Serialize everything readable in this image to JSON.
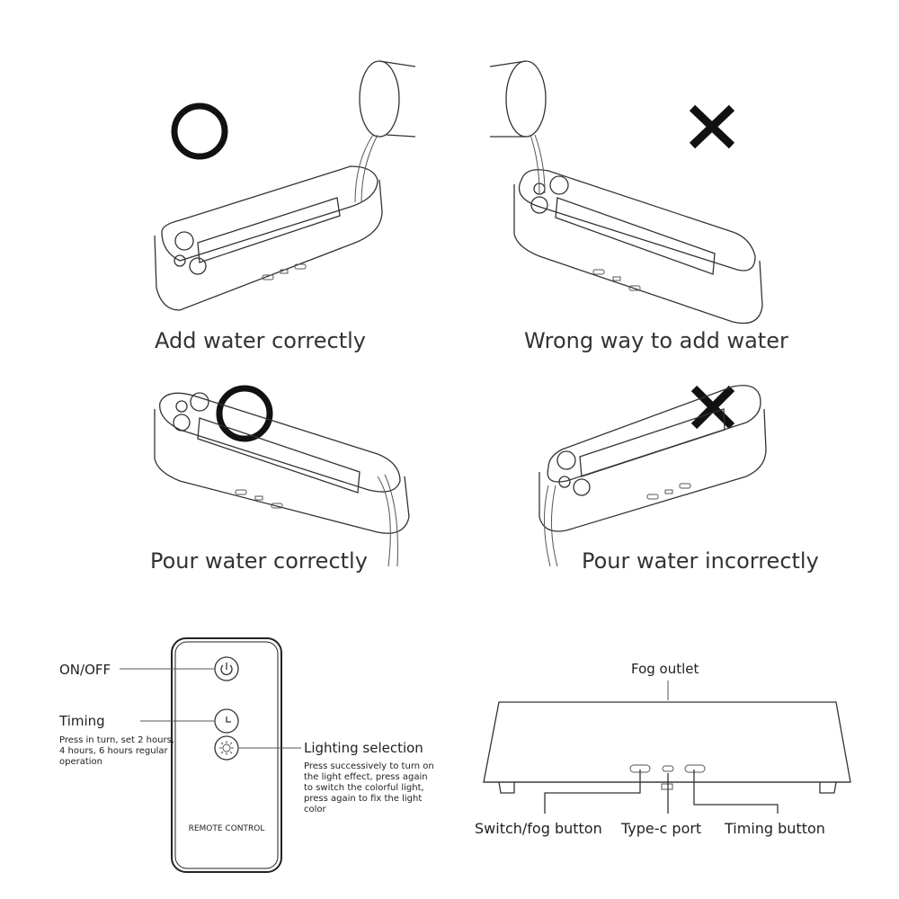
{
  "captions": {
    "add_correct": "Add water correctly",
    "add_wrong": "Wrong way to add water",
    "pour_correct": "Pour water correctly",
    "pour_wrong": "Pour water incorrectly"
  },
  "remote": {
    "on_off": "ON/OFF",
    "timing": "Timing",
    "timing_desc": "Press in turn, set 2 hours, 4 hours, 6 hours regular operation",
    "lighting": "Lighting selection",
    "lighting_desc": "Press successively to turn on the light effect, press again to switch the colorful light, press again to fix the light color",
    "label": "REMOTE CONTROL"
  },
  "device": {
    "fog_outlet": "Fog outlet",
    "switch_fog": "Switch/fog button",
    "type_c": "Type-c port",
    "timing_button": "Timing button"
  }
}
